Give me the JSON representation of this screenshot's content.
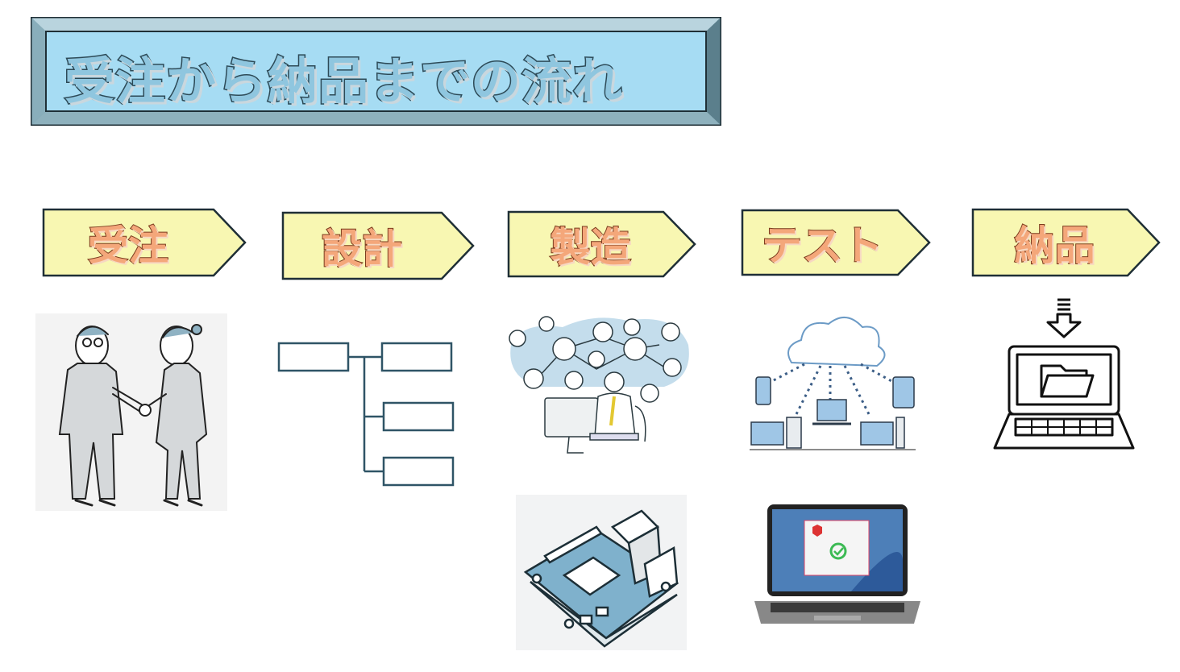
{
  "title": "受注から納品までの流れ",
  "steps": [
    {
      "label": "受注"
    },
    {
      "label": "設計"
    },
    {
      "label": "製造"
    },
    {
      "label": "テスト"
    },
    {
      "label": "納品"
    }
  ],
  "colors": {
    "title_fill": "#a6dcf3",
    "title_border": "#1f2f36",
    "step_fill": "#f8f7b2",
    "step_border": "#1f2f36",
    "label_text": "#f4a77a",
    "icon_stroke": "#2f5466"
  },
  "illustrations": [
    "handshake-illustration",
    "tree-diagram",
    "engineer-network-illustration",
    "circuit-board-illustration",
    "cloud-network-illustration",
    "laptop-security-illustration",
    "download-laptop-icon"
  ]
}
